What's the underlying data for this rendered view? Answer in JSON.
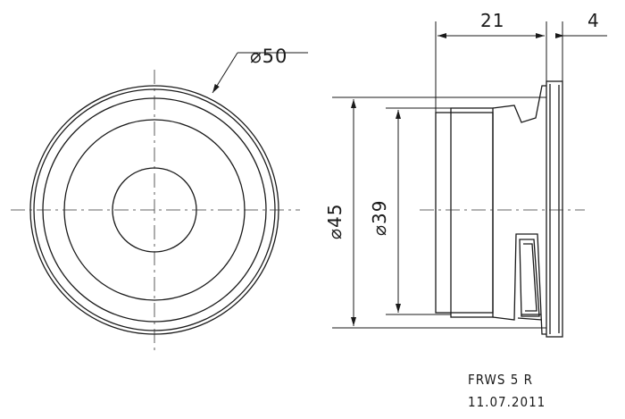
{
  "dimensions": {
    "outer_diameter": "⌀50",
    "flange_diameter": "⌀45",
    "magnet_diameter": "⌀39",
    "depth": "21",
    "flange_thickness": "4"
  },
  "title_block": {
    "model": "FRWS 5 R",
    "date": "11.07.2011"
  }
}
